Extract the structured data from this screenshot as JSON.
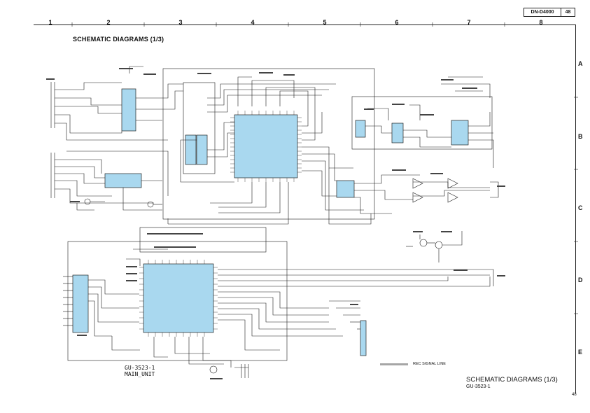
{
  "header": {
    "model": "DN-D4000",
    "page": "48"
  },
  "grid": {
    "columns": [
      "1",
      "2",
      "3",
      "4",
      "5",
      "6",
      "7",
      "8"
    ],
    "rows": [
      "A",
      "B",
      "C",
      "D",
      "E"
    ]
  },
  "titles": {
    "top": "SCHEMATIC DIAGRAMS (1/3)",
    "bottom": "SCHEMATIC DIAGRAMS (1/3)",
    "board": "GU-3523-1"
  },
  "unit_label": {
    "line1": "GU-3523-1",
    "line2": "MAIN_UNIT"
  },
  "legend": {
    "label": "REC SIGNAL LINE"
  },
  "footer": {
    "page": "48"
  },
  "colors": {
    "chip_fill": "#a9d8ef",
    "line": "#1a1a1a",
    "rec_signal": "#a6a6a6"
  }
}
